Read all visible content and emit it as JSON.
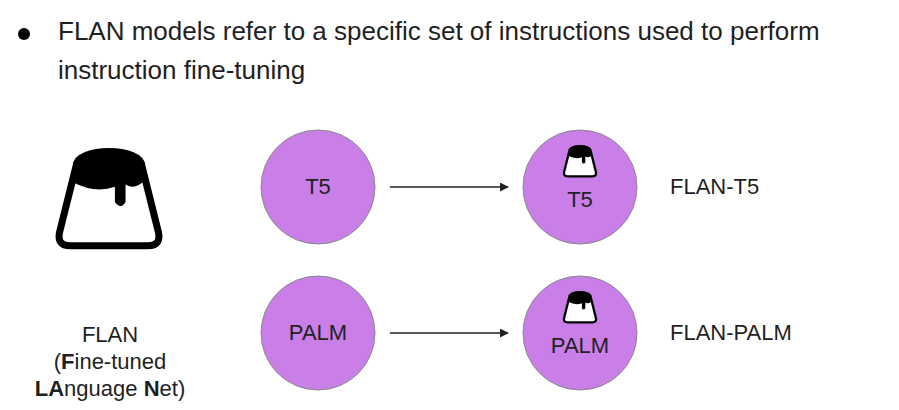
{
  "diagram": {
    "nodes": [
      {
        "text": [
          "T5"
        ]
      },
      {
        "text": [
          "T5"
        ]
      },
      {
        "text": [
          "PALM"
        ]
      },
      {
        "text": [
          "PALM"
        ]
      }
    ],
    "edges": [
      {
        "from": 0,
        "to": 1,
        "arrow": "to"
      },
      {
        "from": 2,
        "to": 3,
        "arrow": "to"
      }
    ],
    "labels": [
      "FLAN models refer to a specific set of instructions used to perform instruction fine-tuning",
      "FLAN-T5",
      "FLAN-PALM",
      "FLAN",
      "(Fine-tuned LAnguage Net)"
    ]
  }
}
